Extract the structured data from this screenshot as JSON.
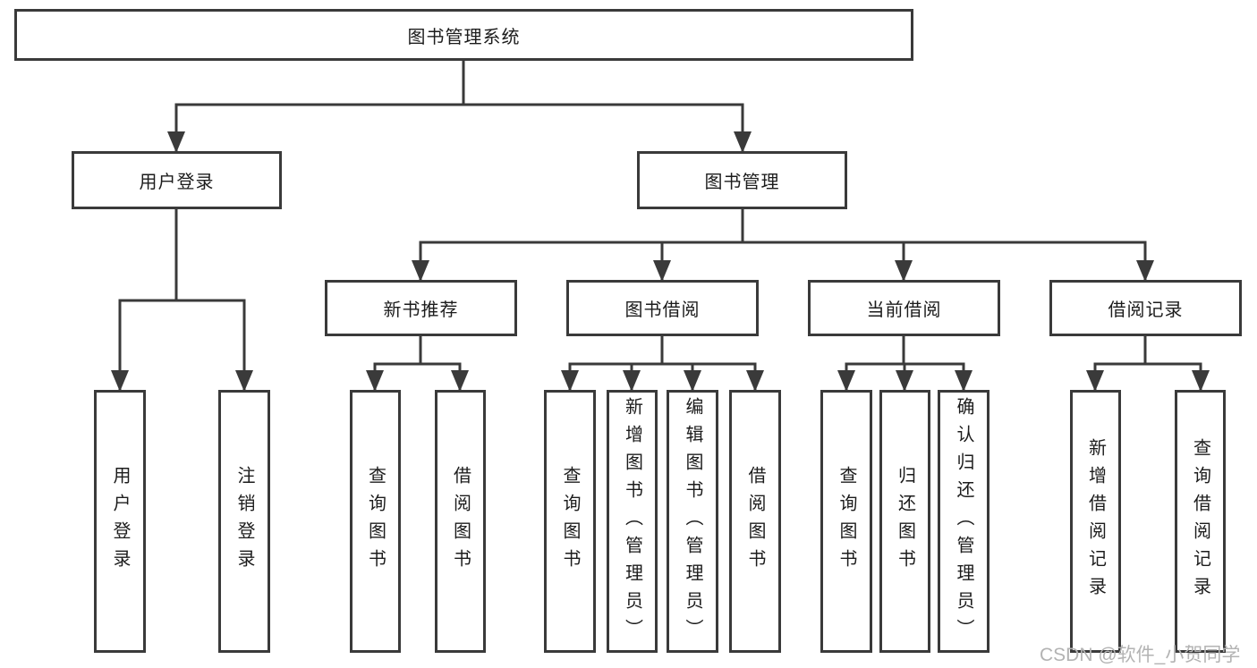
{
  "diagram": {
    "root": {
      "label": "图书管理系统",
      "children": [
        {
          "label": "用户登录",
          "children": [
            {
              "label": "用户登录"
            },
            {
              "label": "注销登录"
            }
          ]
        },
        {
          "label": "图书管理",
          "children": [
            {
              "label": "新书推荐",
              "children": [
                {
                  "label": "查询图书"
                },
                {
                  "label": "借阅图书"
                }
              ]
            },
            {
              "label": "图书借阅",
              "children": [
                {
                  "label": "查询图书"
                },
                {
                  "label": "新增图书（管理员）"
                },
                {
                  "label": "编辑图书（管理员）"
                },
                {
                  "label": "借阅图书"
                }
              ]
            },
            {
              "label": "当前借阅",
              "children": [
                {
                  "label": "查询图书"
                },
                {
                  "label": "归还图书"
                },
                {
                  "label": "确认归还（管理员）"
                }
              ]
            },
            {
              "label": "借阅记录",
              "children": [
                {
                  "label": "新增借阅记录"
                },
                {
                  "label": "查询借阅记录"
                }
              ]
            }
          ]
        }
      ]
    },
    "watermark": "CSDN @软件_小贺同学",
    "colors": {
      "background": "#ffffff",
      "line": "#3a3a3a",
      "border": "#3a3a3a",
      "text": "#1c1c1c",
      "watermark": "#b3b3b3"
    }
  }
}
